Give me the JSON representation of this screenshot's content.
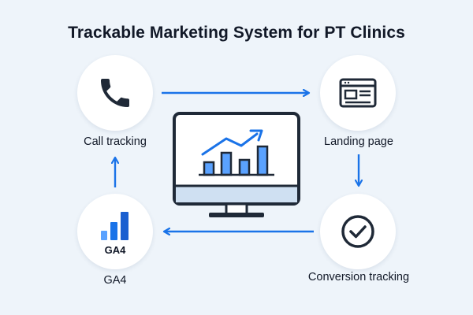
{
  "title": "Trackable Marketing System for PT Clinics",
  "nodes": {
    "call_tracking": {
      "label": "Call tracking",
      "icon": "phone-icon"
    },
    "landing_page": {
      "label": "Landing page",
      "icon": "webpage-icon"
    },
    "conversion_tracking": {
      "label": "Conversion tracking",
      "icon": "checkmark-circle-icon"
    },
    "ga4": {
      "label": "GA4",
      "icon_text": "GA4",
      "icon": "ga4-bar-chart-icon"
    }
  },
  "center": {
    "icon": "monitor-analytics-icon"
  },
  "colors": {
    "background": "#eef4fa",
    "accent": "#1a73e8",
    "accent_light": "#5aa2ff",
    "dark": "#1f2937",
    "screen": "#cfe0f2"
  }
}
